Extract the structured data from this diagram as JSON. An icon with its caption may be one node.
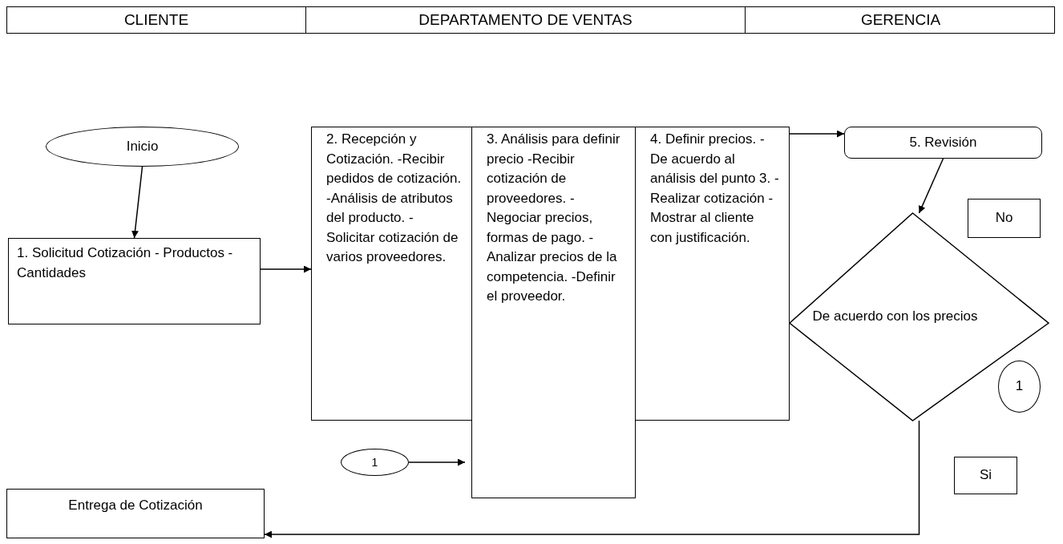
{
  "diagram": {
    "nodes": [
      {
        "text": [
          "Inicio"
        ]
      },
      {
        "text": [
          "1. Solicitud Cotización - Productos -Cantidades"
        ]
      },
      {
        "text": [
          "2. Recepción y Cotización. -Recibir pedidos de cotización. -Análisis de atributos del producto. -Solicitar cotización de varios proveedores."
        ]
      },
      {
        "text": [
          "3. Análisis para definir precio -Recibir cotización de proveedores. -Negociar precios, formas de pago. -Analizar precios de la competencia. -Definir el proveedor."
        ]
      },
      {
        "text": [
          "4. Definir precios. -De acuerdo al análisis del punto 3. -Realizar cotización -Mostrar al cliente con justificación."
        ]
      },
      {
        "text": [
          "5. Revisión"
        ]
      },
      {
        "text": [
          "De acuerdo con los precios"
        ]
      },
      {
        "text": [
          "No"
        ]
      },
      {
        "text": [
          "1"
        ]
      },
      {
        "text": [
          "Si"
        ]
      },
      {
        "text": [
          "1"
        ]
      },
      {
        "text": [
          "Entrega de Cotización"
        ]
      }
    ],
    "edges": [
      {
        "from": 0,
        "to": 1,
        "arrow": "to"
      },
      {
        "from": 1,
        "to": 2,
        "arrow": "to"
      },
      {
        "from": 4,
        "to": 5,
        "arrow": "to"
      },
      {
        "from": 5,
        "to": 6,
        "arrow": "to"
      },
      {
        "from": 10,
        "to": 3,
        "arrow": "to"
      },
      {
        "from": 6,
        "to": 11,
        "arrow": "to"
      }
    ],
    "labels": [
      "CLIENTE",
      "DEPARTAMENTO DE VENTAS",
      "GERENCIA"
    ]
  }
}
